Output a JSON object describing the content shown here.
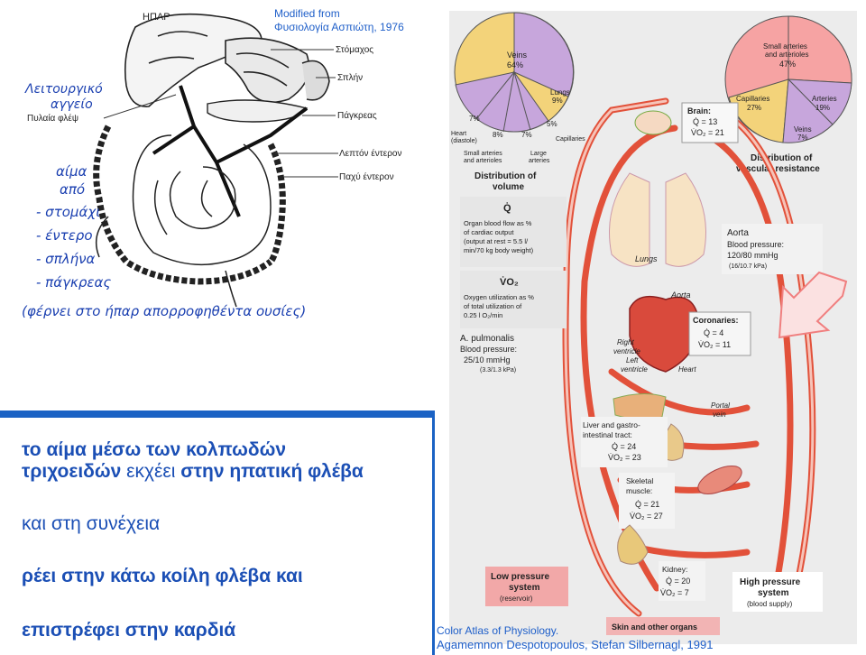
{
  "credits": {
    "top_line1": "Modified from",
    "top_line2": "Φυσιολογία Ασπιώτη, 1976",
    "bottom_line1": "Color Atlas of Physiology.",
    "bottom_line2": "Agamemnon Despotopoulos, Stefan Silbernagl, 1991"
  },
  "sketch": {
    "label_liver": "ΗΠΑΡ",
    "label_stomach": "Στόμαχος",
    "label_spleen": "Σπλήν",
    "label_pancreas": "Πάγκρεας",
    "label_small_intestine": "Λεπτόν έντερον",
    "label_large_intestine": "Παχύ έντερον",
    "label_portal_vein": "Πυλαία φλέψ",
    "handwritten_title_1": "Λειτουργικό",
    "handwritten_title_2": "αγγείο",
    "handwritten_blood": "αίμα",
    "handwritten_from": "από",
    "handwritten_list": [
      "- στομάχι",
      "- έντερο",
      "- σπλήνα",
      "- πάγκρεας"
    ],
    "handwritten_note": "(φέρνει στο ήπαρ απορροφηθέντα ουσίες)"
  },
  "caption": {
    "line1_bold_a": "το αίμα μέσω των κολπωδών",
    "line2_bold_a": "τριχοειδών",
    "line2_normal": " εκχέει ",
    "line2_bold_b": "στην ηπατική φλέβα",
    "line3": "και στη συνέχεια",
    "line4": "ρέει στην κάτω κοίλη φλέβα και",
    "line5": "επιστρέφει στην καρδιά"
  },
  "atlas": {
    "pie_volume": {
      "veins": "Veins",
      "veins_pct": "64%",
      "lungs": "Lungs",
      "lungs_pct": "9%",
      "heart_pct": "7%",
      "heart_label_1": "Heart",
      "heart_label_2": "(diastole)",
      "small_pct": "8%",
      "large_pct": "7%",
      "cap_pct": "5%",
      "cap_label": "Capillaries",
      "small_label_1": "Small arteries",
      "small_label_2": "and arterioles",
      "large_label_1": "Large",
      "large_label_2": "arteries",
      "title_1": "Distribution of",
      "title_2": "volume"
    },
    "pie_resistance": {
      "small": "Small arteries",
      "small_2": "and arterioles",
      "small_pct": "47%",
      "capillaries": "Capillaries",
      "cap_pct": "27%",
      "arteries": "Arteries",
      "arteries_pct": "19%",
      "veins": "Veins",
      "veins_pct": "7%",
      "title_1": "Distribution of",
      "title_2": "vascular resistance"
    },
    "q_box": {
      "symbol": "Q̇",
      "line1": "Organ blood flow as %",
      "line2": "of cardiac output",
      "line3": "(output at rest = 5.5 l/",
      "line4": "min/70 kg body weight)"
    },
    "v_box": {
      "symbol": "V̇O₂",
      "line1": "Oxygen utilization as %",
      "line2": "of total utilization of",
      "line3": "0.25 l O₂/min"
    },
    "brain": {
      "title": "Brain:",
      "q": "Q̇ = 13",
      "v": "V̇O₂ = 21"
    },
    "aorta_box": {
      "title": "Aorta",
      "l1": "Blood pressure:",
      "l2": "120/80 mmHg",
      "l3": "(16/10.7 kPa)"
    },
    "lungs": "Lungs",
    "aorta_label": "Aorta",
    "pulmonalis": {
      "title": "A. pulmonalis",
      "l1": "Blood pressure:",
      "l2": "25/10 mmHg",
      "l3": "(3.3/1.3 kPa)"
    },
    "right_ventricle": [
      "Right",
      "ventricle"
    ],
    "left_ventricle": [
      "Left",
      "ventricle"
    ],
    "heart": "Heart",
    "coronaries": {
      "title": "Coronaries:",
      "q": "Q̇ = 4",
      "v": "V̇O₂ = 11"
    },
    "portal_vein": [
      "Portal",
      "vein"
    ],
    "liver": {
      "l1": "Liver and gastro-",
      "l2": "intestinal tract:",
      "q": "Q̇ = 24",
      "v": "V̇O₂ = 23"
    },
    "muscle": {
      "l1": "Skeletal",
      "l2": "muscle:",
      "q": "Q̇ = 21",
      "v": "V̇O₂ = 27"
    },
    "kidney": {
      "l1": "Kidney:",
      "q": "Q̇ = 20",
      "v": "V̇O₂ = 7"
    },
    "low_pressure": [
      "Low pressure",
      "system",
      "(reservoir)"
    ],
    "high_pressure": [
      "High pressure",
      "system",
      "(blood supply)"
    ],
    "skin": "Skin and other organs"
  },
  "colors": {
    "blue": "#1b4fb5",
    "border": "#1b62c4",
    "artery": "#e2513a",
    "panel": "#ececec",
    "pink": "#f6a3a3",
    "pie_purple": "#c7a6dc",
    "pie_yellow": "#f3d37a",
    "arrow": "#f07f7f"
  }
}
